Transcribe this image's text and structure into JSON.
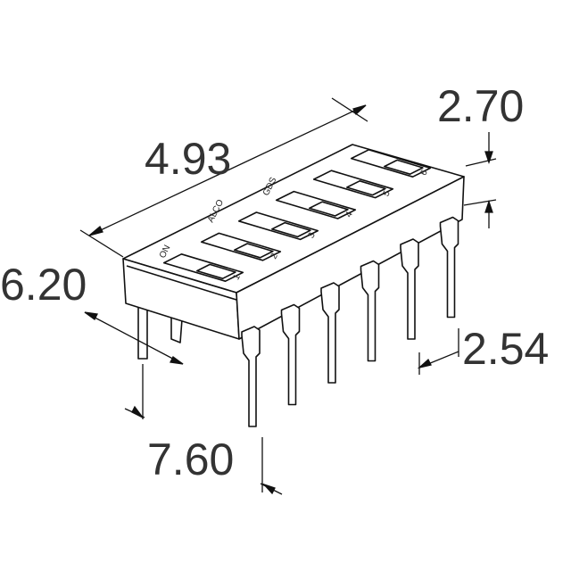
{
  "dimensions": {
    "length": "4.93",
    "height_body": "2.70",
    "width": "6.20",
    "pitch": "2.54",
    "row_spacing": "7.60"
  },
  "markings": {
    "on": "ON",
    "brand1": "ALCO",
    "brand2": "GDS",
    "positions": [
      "1",
      "2",
      "3",
      "4",
      "5",
      "6"
    ]
  },
  "colors": {
    "line": "#111111",
    "text": "#333333"
  }
}
